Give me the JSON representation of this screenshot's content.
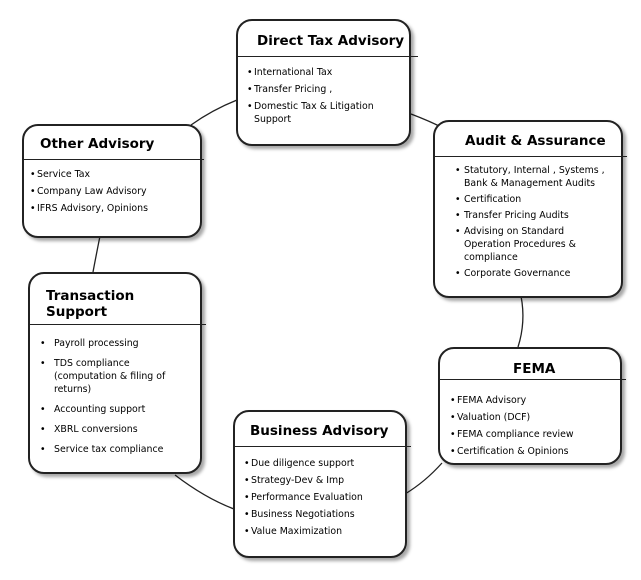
{
  "direct_tax": {
    "title": "Direct Tax Advisory",
    "items": [
      "International Tax",
      "Transfer Pricing ,",
      "Domestic Tax  & Litigation Support"
    ]
  },
  "audit": {
    "title": "Audit & Assurance",
    "items": [
      "Statutory, Internal , Systems , Bank & Management Audits",
      "Certification",
      "Transfer Pricing Audits",
      "Advising on Standard Operation Procedures & compliance",
      "Corporate Governance"
    ]
  },
  "fema": {
    "title": "FEMA",
    "items": [
      "FEMA Advisory",
      "Valuation (DCF)",
      "FEMA compliance review",
      "Certification & Opinions"
    ]
  },
  "business": {
    "title": "Business Advisory",
    "items": [
      "Due diligence support",
      "Strategy-Dev  & Imp",
      "Performance Evaluation",
      "Business Negotiations",
      "Value Maximization"
    ]
  },
  "transaction": {
    "title": "Transaction Support",
    "items": [
      "Payroll processing",
      "TDS compliance (computation & filing of returns)",
      "Accounting support",
      "XBRL conversions",
      "Service tax compliance"
    ]
  },
  "other": {
    "title": "Other Advisory",
    "items": [
      "Service Tax",
      "Company Law Advisory",
      "IFRS Advisory, Opinions"
    ]
  }
}
